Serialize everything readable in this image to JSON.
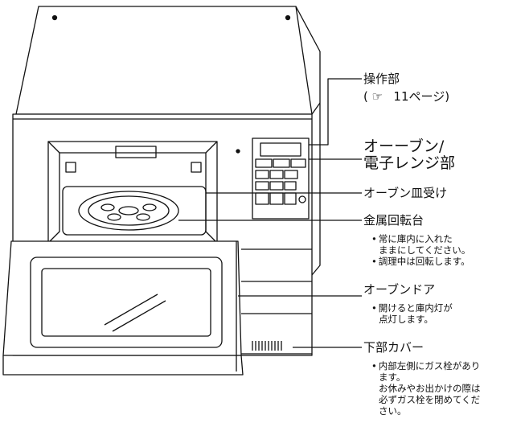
{
  "callouts": {
    "control_panel": {
      "title": "操作部",
      "ref_text": "11ページ)",
      "ref_open": "(",
      "ref_icon": "finger-pointing-icon"
    },
    "oven_range": {
      "line1": "オーーブン/",
      "line2": "電子レンジ部"
    },
    "oven_tray": {
      "title": "オーブン皿受け"
    },
    "turntable": {
      "title": "金属回転台",
      "note1_line1": "常に庫内に入れた",
      "note1_line2": "ままにしてください。",
      "note2": "調理中は回転します。"
    },
    "oven_door": {
      "title": "オーブンドア",
      "note_line1": "開けると庫内灯が",
      "note_line2": "点灯します。"
    },
    "bottom_cover": {
      "title": "下部カバー",
      "note_line1": "内部左側にガス栓があり",
      "note_line2": "ます。",
      "note_line3": "お休みやお出かけの際は",
      "note_line4": "必ずガス栓を閉めてくだ",
      "note_line5": "さい。"
    }
  }
}
